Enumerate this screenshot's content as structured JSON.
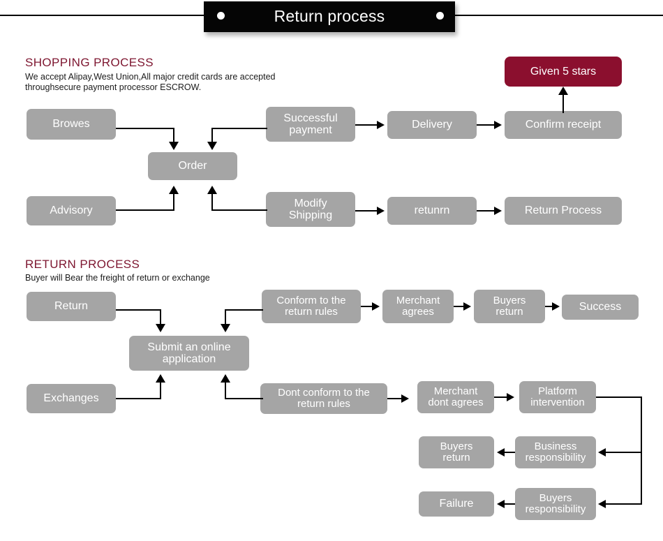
{
  "banner": {
    "title": "Return process",
    "dot_left": "bullet-dot",
    "dot_right": "bullet-dot"
  },
  "shopping_section": {
    "heading": "SHOPPING PROCESS",
    "subtext": "We accept Alipay,West Union,All major credit cards are accepted\nthroughsecure payment processor ESCROW.",
    "nodes": [
      {
        "id": "browes",
        "label": "Browes"
      },
      {
        "id": "order",
        "label": "Order"
      },
      {
        "id": "successful",
        "label": "Successful\npayment"
      },
      {
        "id": "delivery",
        "label": "Delivery"
      },
      {
        "id": "confirm",
        "label": "Confirm receipt"
      },
      {
        "id": "given5",
        "label": "Given 5 stars"
      },
      {
        "id": "advisory",
        "label": "Advisory"
      },
      {
        "id": "modify",
        "label": "Modify\nShipping"
      },
      {
        "id": "returnr",
        "label": "retunrn"
      },
      {
        "id": "returnprocess",
        "label": "Return Process"
      }
    ]
  },
  "return_section": {
    "heading": "RETURN PROCESS",
    "subtext": "Buyer will Bear the freight of return or exchange",
    "nodes": [
      {
        "id": "return",
        "label": "Return"
      },
      {
        "id": "submit",
        "label": "Submit an online\napplication"
      },
      {
        "id": "conform",
        "label": "Conform to the\nreturn rules"
      },
      {
        "id": "merchagrees",
        "label": "Merchant\nagrees"
      },
      {
        "id": "buyersreturn1",
        "label": "Buyers\nreturn"
      },
      {
        "id": "success",
        "label": "Success"
      },
      {
        "id": "exchanges",
        "label": "Exchanges"
      },
      {
        "id": "dontconform",
        "label": "Dont conform to the\nreturn rules"
      },
      {
        "id": "merchdont",
        "label": "Merchant\ndont agrees"
      },
      {
        "id": "platform",
        "label": "Platform\nintervention"
      },
      {
        "id": "business",
        "label": "Business\nresponsibility"
      },
      {
        "id": "buyersreturn2",
        "label": "Buyers\nreturn"
      },
      {
        "id": "buyersresp",
        "label": "Buyers\nresponsibility"
      },
      {
        "id": "failure",
        "label": "Failure"
      }
    ]
  },
  "colors": {
    "node_gray": "#a5a5a5",
    "accent_red": "#8b0f2e",
    "heading_maroon": "#7d152f",
    "banner_black": "#050505",
    "line_black": "#000000",
    "node_text": "#ffffff"
  }
}
